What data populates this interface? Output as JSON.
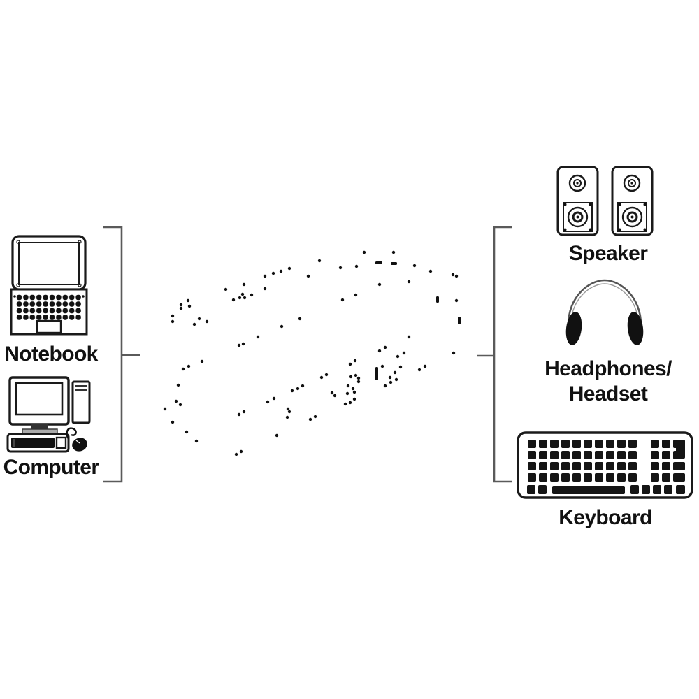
{
  "diagram": {
    "sources": {
      "items": [
        {
          "name": "notebook",
          "label": "Notebook"
        },
        {
          "name": "computer",
          "label": "Computer"
        }
      ]
    },
    "targets": {
      "items": [
        {
          "name": "speaker",
          "label": "Speaker"
        },
        {
          "name": "headphones",
          "label_line1": "Headphones/",
          "label_line2": "Headset"
        },
        {
          "name": "keyboard",
          "label": "Keyboard"
        }
      ]
    },
    "connection": {
      "style": "dotted-cable"
    },
    "colors": {
      "background": "#ffffff",
      "ink": "#1a1a1a",
      "bracket": "#5a5a5a",
      "text": "#111111"
    }
  }
}
